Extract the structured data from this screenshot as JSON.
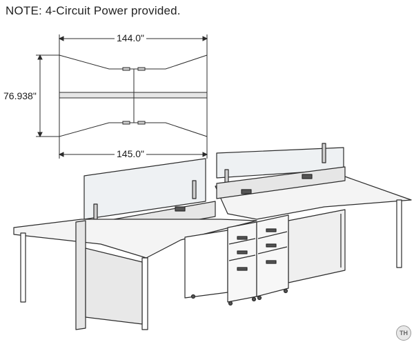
{
  "note": "NOTE: 4-Circuit Power provided.",
  "dimensions": {
    "top_width": "144.0\"",
    "depth": "76.938\"",
    "bottom_width": "145.0\""
  },
  "logo_text": "TH",
  "colors": {
    "line": "#2b2b2b",
    "desk_top": "#f4f4f4",
    "panel": "#e6e6e6",
    "screen": "#eef1f3"
  }
}
